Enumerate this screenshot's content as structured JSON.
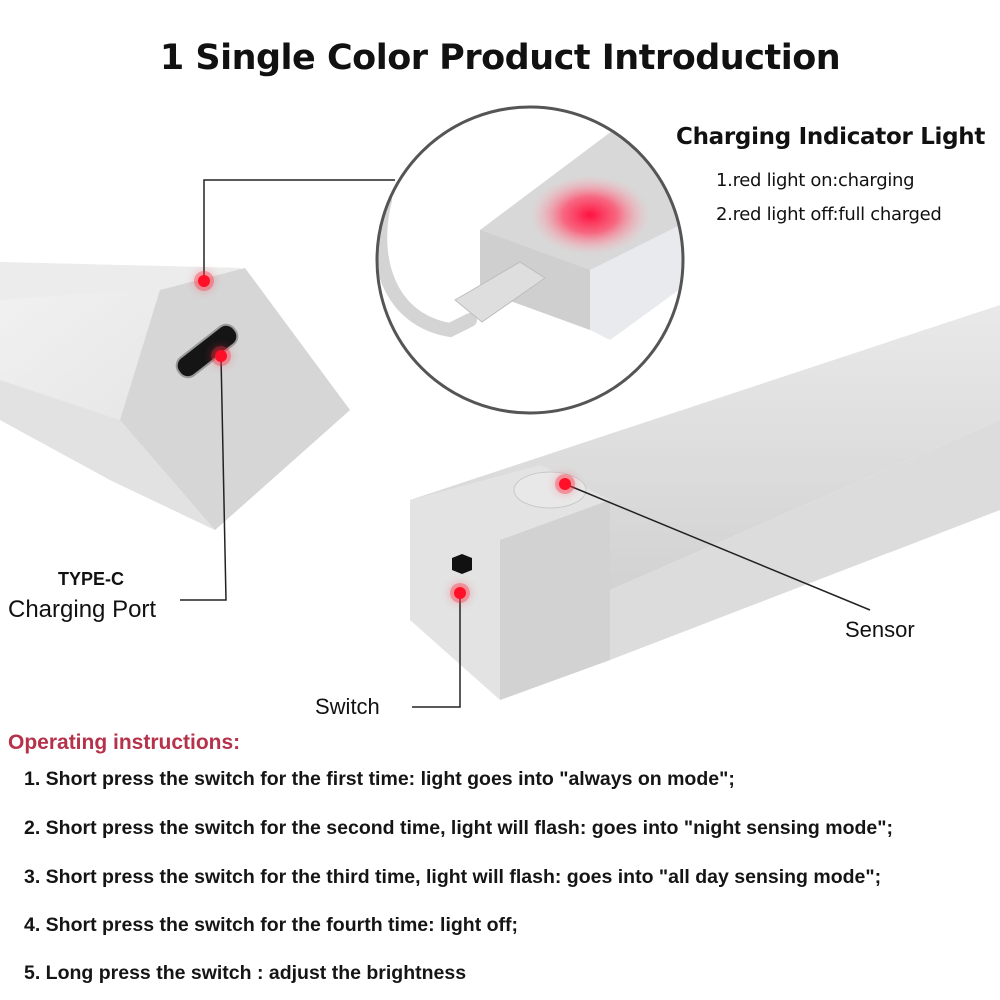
{
  "title": "1 Single Color Product Introduction",
  "charging_indicator": {
    "title": "Charging Indicator Light",
    "items": [
      "1.red light on:charging",
      "2.red light off:full charged"
    ]
  },
  "callouts": {
    "type_c": "TYPE-C",
    "charging_port": "Charging Port",
    "switch": "Switch",
    "sensor": "Sensor"
  },
  "operating_instructions": {
    "heading": "Operating instructions:",
    "items": [
      "1. Short press the switch for the first time: light goes into \"always on mode\";",
      "2. Short press the switch for the second time, light will flash: goes into \"night sensing mode\";",
      "3. Short press the switch for the third time, light will flash: goes into \"all day sensing mode\";",
      "4. Short press the switch for the fourth time: light off;",
      "5. Long press the switch : adjust the brightness"
    ]
  },
  "colors": {
    "heading_red": "#b5324a",
    "indicator_red": "#ff1028",
    "product_gray": "#d9d9d9"
  }
}
